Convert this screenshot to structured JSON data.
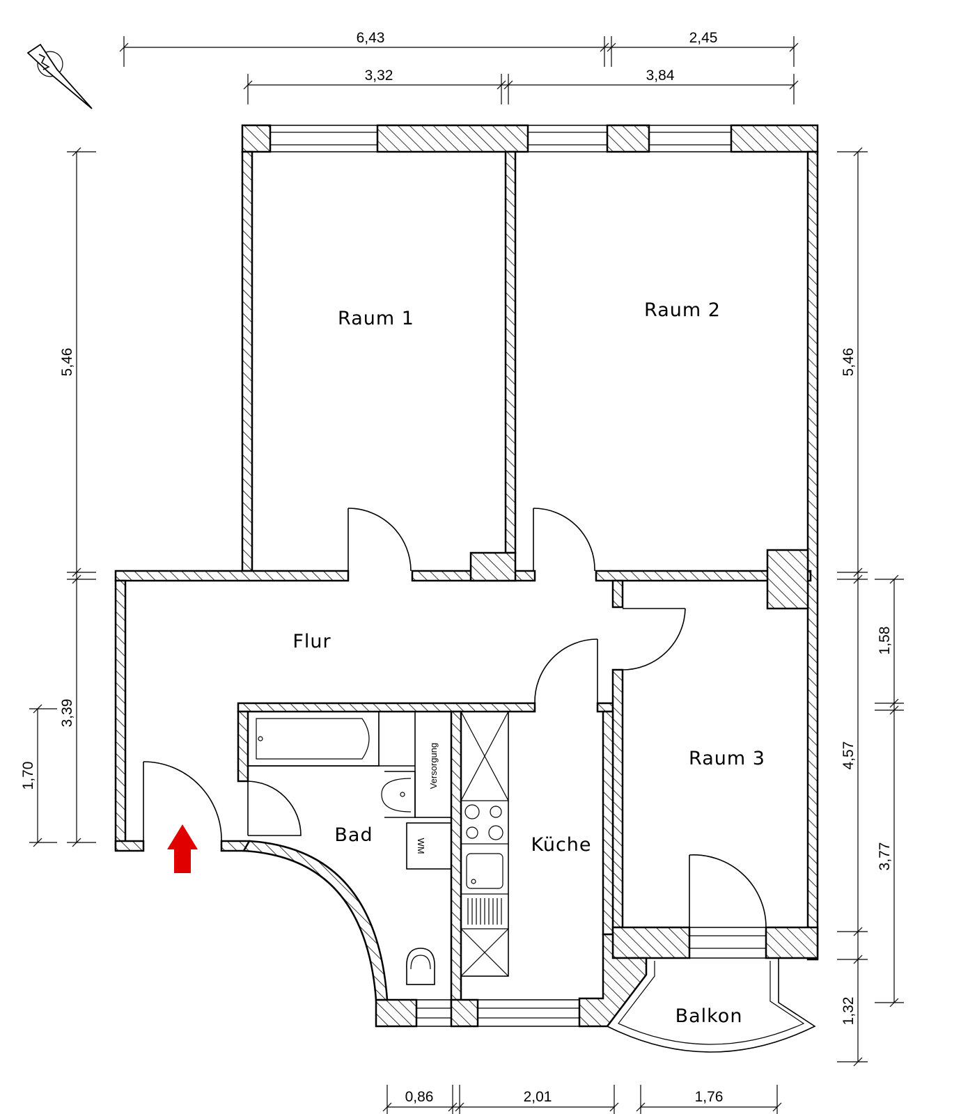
{
  "rooms": {
    "raum1": "Raum 1",
    "raum2": "Raum 2",
    "raum3": "Raum 3",
    "flur": "Flur",
    "bad": "Bad",
    "kueche": "Küche",
    "balkon": "Balkon",
    "versorgung": "Versorgung",
    "wm": "WM"
  },
  "dimensions": {
    "top_total_left": "6,43",
    "top_total_right": "2,45",
    "top_raum1": "3,32",
    "top_raum2": "3,84",
    "left_upper": "5,46",
    "left_lower": "3,39",
    "left_entry": "1,70",
    "right_upper": "5,46",
    "right_middle": "4,57",
    "right_balkon": "1,32",
    "far_right_upper": "1,58",
    "far_right_lower": "3,77",
    "bottom_bad": "0,86",
    "bottom_kueche": "2,01",
    "bottom_balkon": "1,76"
  },
  "colors": {
    "entry_arrow": "#e00000",
    "lines": "#000000"
  },
  "icons": {
    "north": "north-arrow-icon",
    "entry": "entry-arrow-icon"
  }
}
